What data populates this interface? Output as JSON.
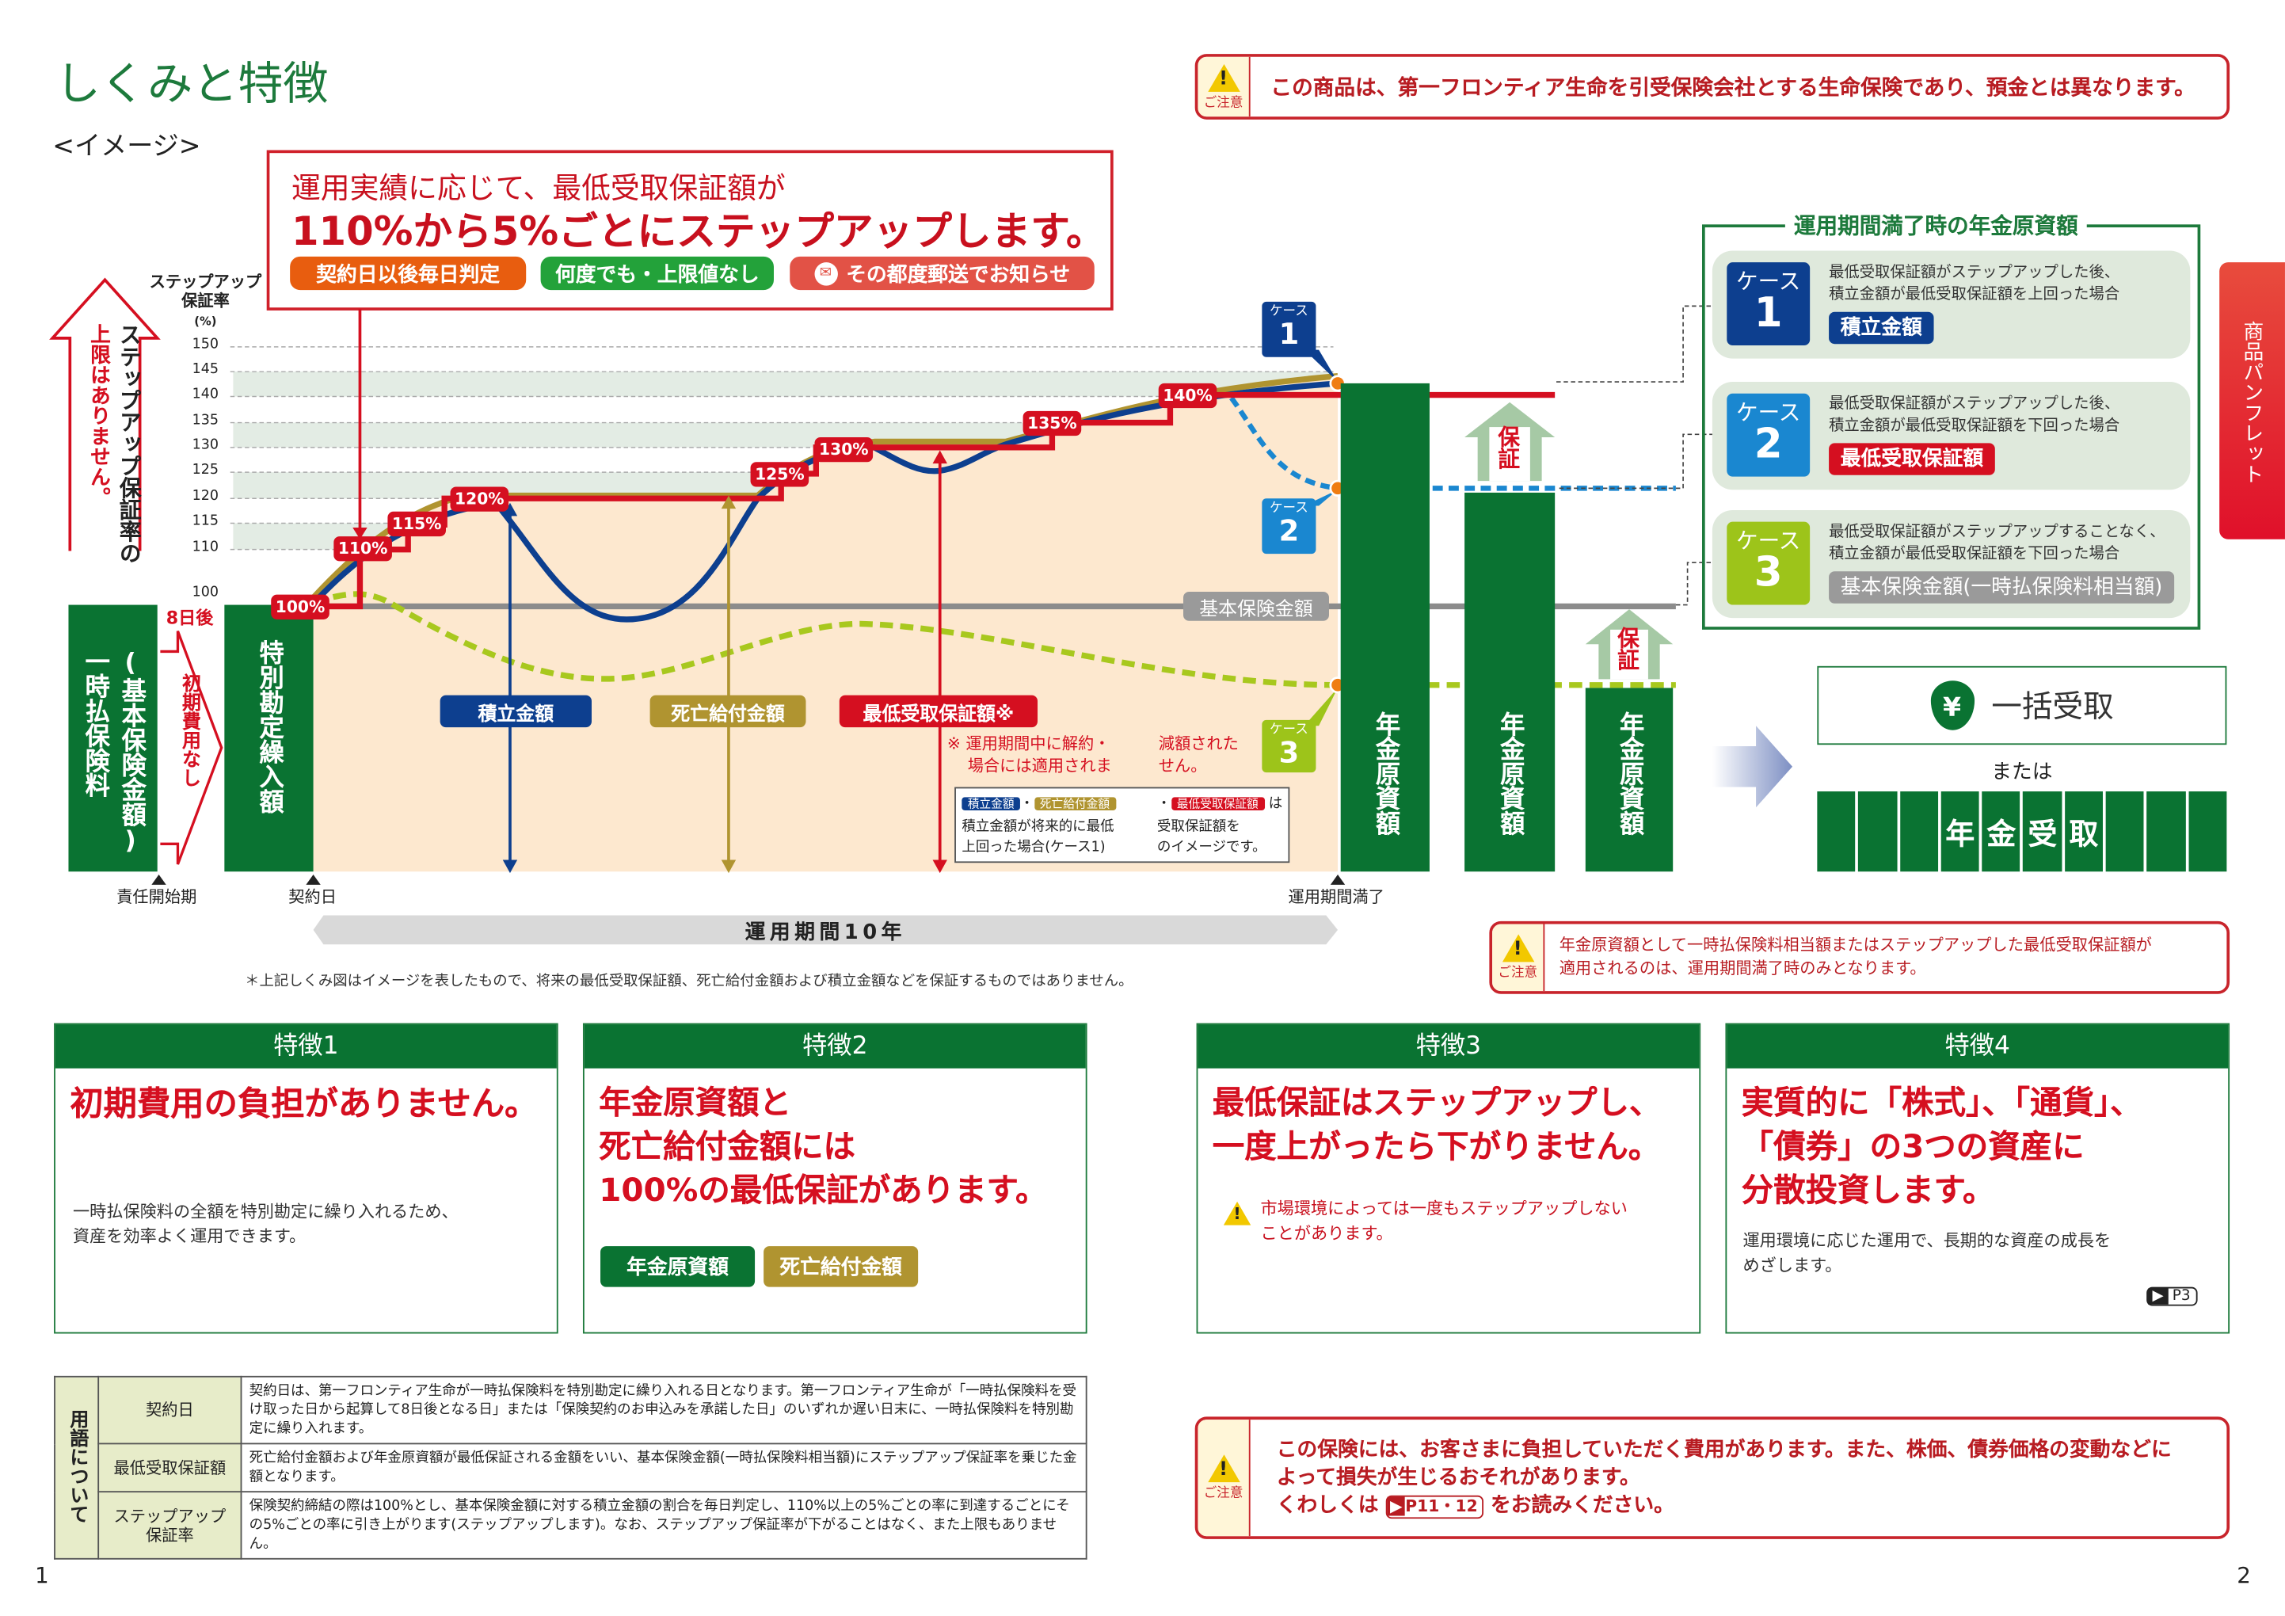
{
  "header": {
    "title": "しくみと特徴",
    "subtitle": "<イメージ>"
  },
  "caution_top": {
    "icon": "warning-icon",
    "icon_label": "ご注意",
    "text": "この商品は、第一フロンティア生命を引受保険会社とする生命保険であり、預金とは異なります。"
  },
  "callout": {
    "line1": "運用実績に応じて、最低受取保証額が",
    "line2": "110%から5%ごとにステップアップします。",
    "badges": [
      {
        "label": "契約日以後毎日判定",
        "color": "#e85d0f"
      },
      {
        "label": "何度でも・上限値なし",
        "color": "#23a23a"
      },
      {
        "label": "その都度郵送でお知らせ",
        "color": "#e25246",
        "icon": "mail-icon"
      }
    ]
  },
  "diagram": {
    "y_label": "ステップアップ保証率",
    "y_unit": "(%)",
    "y_ticks": [
      "150",
      "145",
      "140",
      "135",
      "130",
      "125",
      "120",
      "115",
      "110",
      "100"
    ],
    "no_limit_arrow": {
      "line1": "ステップアップ保証率の",
      "line2": "上限はありません。"
    },
    "eight_days": "8日後",
    "premium_block": {
      "line1": "一時払保険料",
      "line2": "(基本保険金額)"
    },
    "no_initial_cost": "初期費用なし",
    "special_account": "特別勘定繰入額",
    "step_labels": [
      "100%",
      "110%",
      "115%",
      "120%",
      "125%",
      "130%",
      "135%",
      "140%"
    ],
    "base_amount": "基本保険金額",
    "legend_accumulated": {
      "label": "積立金額",
      "color": "#0d3f8f"
    },
    "legend_death": {
      "label": "死亡給付金額",
      "color": "#b09430"
    },
    "legend_min": {
      "label": "最低受取保証額※",
      "color": "#d50f20"
    },
    "note": {
      "line1": "※ 運用期間中に解約・",
      "line1b": "減額された",
      "line2": "場合には適用されま",
      "line2b": "せん。"
    },
    "mini_legend": {
      "tag1": "積立金額",
      "tag2": "死亡給付金額",
      "tag3": "最低受取保証額",
      "ha": "は",
      "l1": "積立金額が将来的に最低",
      "l1b": "受取保証額を",
      "l2": "上回った場合(ケース1)",
      "l2b": "のイメージです。"
    },
    "cases": [
      {
        "label": "ケース",
        "num": "1",
        "color": "#0d3f8f"
      },
      {
        "label": "ケース",
        "num": "2",
        "color": "#1a87d0"
      },
      {
        "label": "ケース",
        "num": "3",
        "color": "#9dc41a"
      }
    ],
    "pension_bar": "年金原資額",
    "guarantee": "保証",
    "axis": {
      "start_liability": "責任開始期",
      "contract_day": "契約日",
      "maturity": "運用期間満了"
    },
    "period": "運用期間10年",
    "footnote": "＊上記しくみ図はイメージを表したもので、将来の最低受取保証額、死亡給付金額および積立金額などを保証するものではありません。"
  },
  "maturity_panel": {
    "title": "運用期間満了時の年金原資額",
    "cases": [
      {
        "label": "ケース",
        "num": "1",
        "color": "#0d3f8f",
        "line1": "最低受取保証額がステップアップした後、",
        "line2": "積立金額が最低受取保証額を上回った場合",
        "result": "積立金額",
        "result_color": "#0d3f8f"
      },
      {
        "label": "ケース",
        "num": "2",
        "color": "#1a87d0",
        "line1": "最低受取保証額がステップアップした後、",
        "line2": "積立金額が最低受取保証額を下回った場合",
        "result": "最低受取保証額",
        "result_color": "#d50f20"
      },
      {
        "label": "ケース",
        "num": "3",
        "color": "#9dc41a",
        "line1": "最低受取保証額がステップアップすることなく、",
        "line2": "積立金額が最低受取保証額を下回った場合",
        "result": "基本保険金額(一時払保険料相当額)",
        "result_color": "#9a9a9a"
      }
    ]
  },
  "side_tab": "商品パンフレット",
  "payout": {
    "lump_sum": "一括受取",
    "lump_icon": "yen-bag-icon",
    "or": "または",
    "pension_chars": [
      "年",
      "金",
      "受",
      "取"
    ]
  },
  "caution_mid": {
    "icon_label": "ご注意",
    "line1": "年金原資額として一時払保険料相当額またはステップアップした最低受取保証額が",
    "line2": "適用されるのは、運用期間満了時のみとなります。"
  },
  "features": [
    {
      "header": "特徴1",
      "headline": [
        "初期費用の負担がありません。"
      ],
      "body": [
        "一時払保険料の全額を特別勘定に繰り入れるため、",
        "資産を効率よく運用できます。"
      ]
    },
    {
      "header": "特徴2",
      "headline": [
        "年金原資額と",
        "死亡給付金額には",
        "100%の最低保証があります。"
      ],
      "tags": [
        {
          "label": "年金原資額",
          "color": "#0a7332"
        },
        {
          "label": "死亡給付金額",
          "color": "#b09430"
        }
      ]
    },
    {
      "header": "特徴3",
      "headline": [
        "最低保証はステップアップし、",
        "一度上がったら下がりません。"
      ],
      "warning": [
        "市場環境によっては一度もステップアップしない",
        "ことがあります。"
      ]
    },
    {
      "header": "特徴4",
      "headline": [
        "実質的に「株式」、「通貨」、",
        "「債券」の3つの資産に",
        "分散投資します。"
      ],
      "body": [
        "運用環境に応じた運用で、長期的な資産の成長を",
        "めざします。"
      ],
      "page_ref": "P3"
    }
  ],
  "terms": {
    "heading": "用語について",
    "rows": [
      {
        "term": "契約日",
        "desc": "契約日は、第一フロンティア生命が一時払保険料を特別勘定に繰り入れる日となります。第一フロンティア生命が「一時払保険料を受け取った日から起算して8日後となる日」または「保険契約のお申込みを承諾した日」のいずれか遅い日末に、一時払保険料を特別勘定に繰り入れます。"
      },
      {
        "term": "最低受取保証額",
        "desc": "死亡給付金額および年金原資額が最低保証される金額をいい、基本保険金額(一時払保険料相当額)にステップアップ保証率を乗じた金額となります。"
      },
      {
        "term": "ステップアップ保証率",
        "desc": "保険契約締結の際は100%とし、基本保険金額に対する積立金額の割合を毎日判定し、110%以上の5%ごとの率に到達するごとにその5%ごとの率に引き上がります(ステップアップします)。なお、ステップアップ保証率が下がることはなく、また上限もありません。"
      }
    ]
  },
  "caution_bottom": {
    "icon_label": "ご注意",
    "line1": "この保険には、お客さまに負担していただく費用があります。また、株価、債券価格の変動などに",
    "line2": "よって損失が生じるおそれがあります。",
    "line3a": "くわしくは",
    "page_ref": "P11・12",
    "line3b": "をお読みください。"
  },
  "page_numbers": {
    "left": "1",
    "right": "2"
  }
}
